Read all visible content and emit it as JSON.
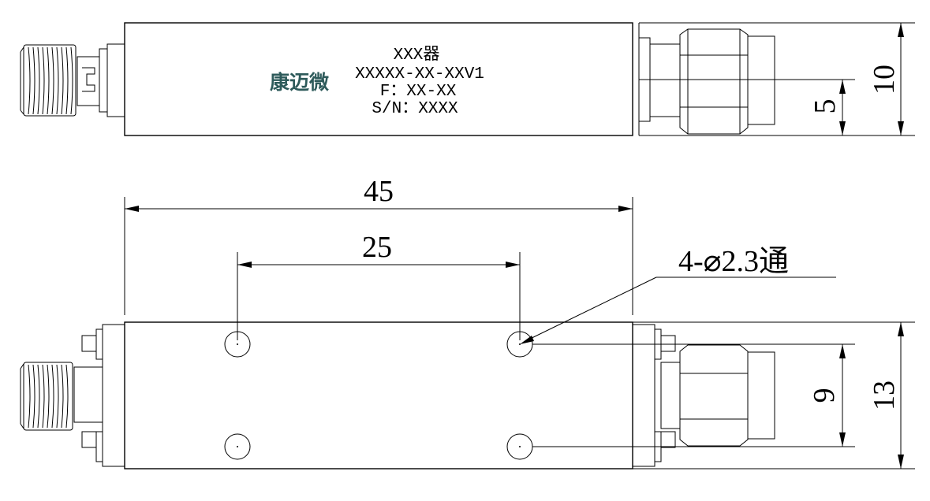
{
  "label": {
    "brand": "康迈微",
    "line1": "XXX器",
    "line2": "XXXXX-XX-XXV1",
    "line3": "F：XX-XX",
    "line4": "S/N：XXXX"
  },
  "dimensions": {
    "length": "45",
    "hole_spacing_x": "25",
    "height_top": "10",
    "half_height": "5",
    "width": "13",
    "hole_spacing_y": "9",
    "hole_callout": "4-⌀2.3通"
  },
  "colors": {
    "line": "#000000",
    "brand": "#2d5a5a",
    "background": "#ffffff"
  }
}
